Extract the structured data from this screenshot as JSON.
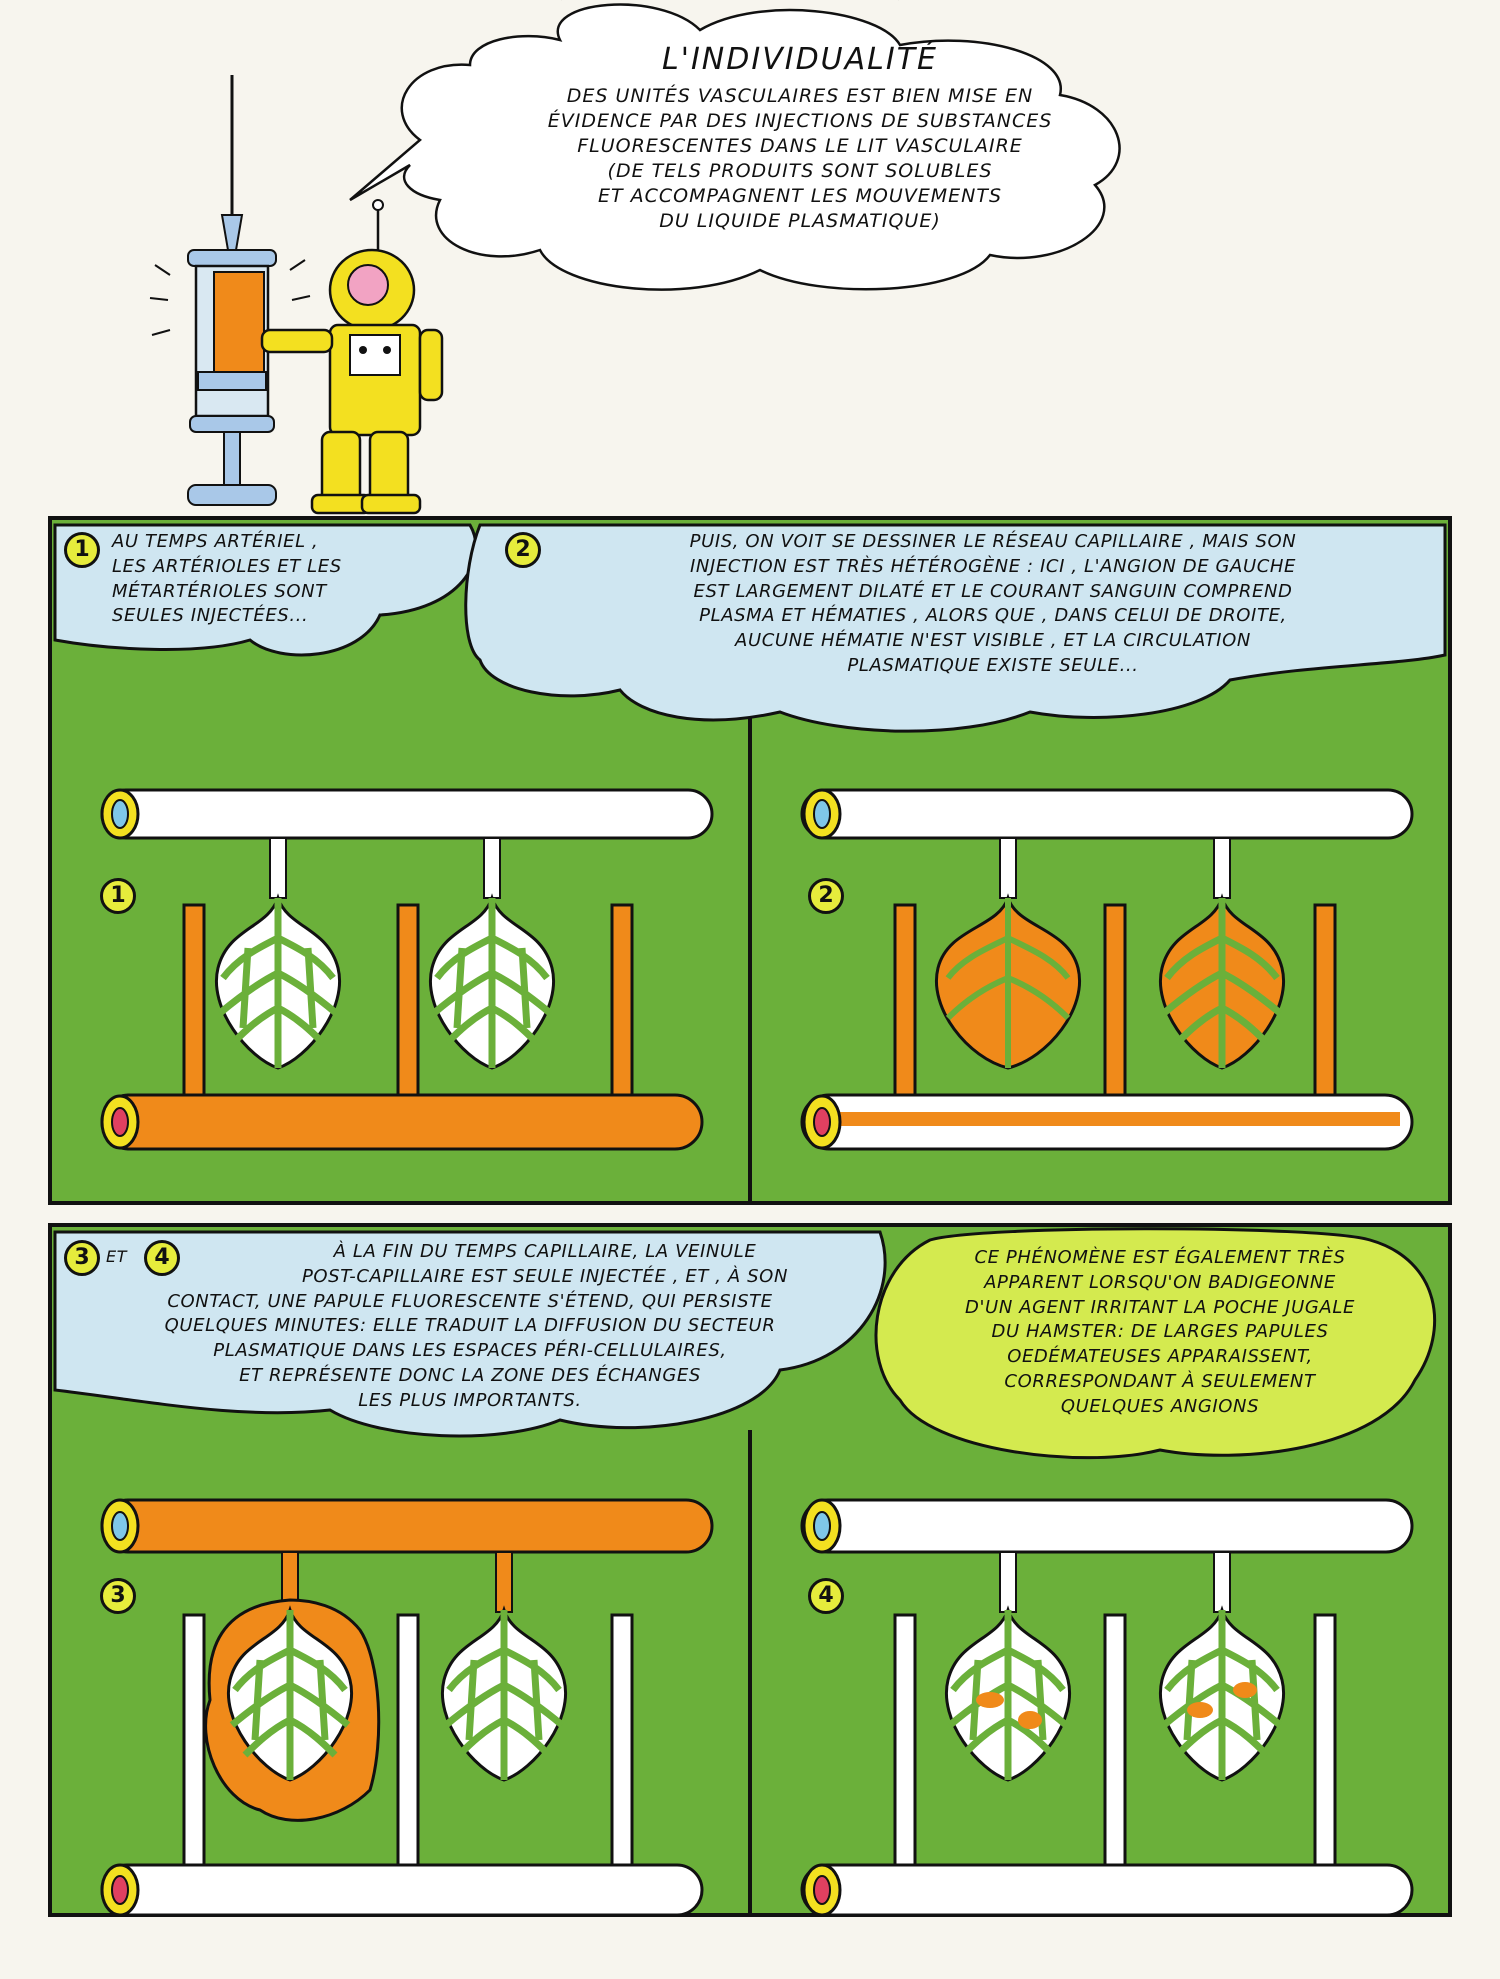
{
  "colors": {
    "panel_green": "#6bb03a",
    "caption_blue": "#cfe6f1",
    "caption_yellow_green": "#d4ea4f",
    "orange_fluorescent": "#f08a1a",
    "robot_yellow": "#f3e020",
    "vein_blue": "#7fc7e8",
    "artery_red": "#e04060"
  },
  "title_bubble": {
    "heading": "L'INDIVIDUALITÉ",
    "lines": [
      "DES UNITÉS VASCULAIRES EST BIEN MISE EN",
      "ÉVIDENCE PAR DES INJECTIONS DE SUBSTANCES",
      "FLUORESCENTES DANS LE LIT VASCULAIRE",
      "(DE TELS PRODUITS SONT SOLUBLES",
      "ET ACCOMPAGNENT LES MOUVEMENTS",
      "DU LIQUIDE PLASMATIQUE)"
    ]
  },
  "captions": {
    "c1": {
      "number": "1",
      "lines": [
        "AU TEMPS ARTÉRIEL ,",
        "LES ARTÉRIOLES ET LES",
        "MÉTARTÉRIOLES SONT",
        "SEULES INJECTÉES..."
      ]
    },
    "c2": {
      "number": "2",
      "lines": [
        "PUIS, ON VOIT SE DESSINER LE RÉSEAU CAPILLAIRE , MAIS SON",
        "INJECTION EST TRÈS HÉTÉROGÈNE : ICI , L'ANGION DE GAUCHE",
        "EST LARGEMENT DILATÉ ET LE COURANT SANGUIN COMPREND",
        "PLASMA ET HÉMATIES , ALORS QUE , DANS CELUI DE DROITE,",
        "AUCUNE HÉMATIE N'EST VISIBLE , ET LA CIRCULATION",
        "PLASMATIQUE EXISTE SEULE..."
      ]
    },
    "c3": {
      "number_a": "3",
      "conjunction": "ET",
      "number_b": "4",
      "lines": [
        "À LA FIN DU TEMPS CAPILLAIRE, LA VEINULE",
        "POST-CAPILLAIRE EST SEULE INJECTÉE , ET , À SON",
        "CONTACT, UNE PAPULE FLUORESCENTE S'ÉTEND, QUI PERSISTE",
        "QUELQUES MINUTES: ELLE TRADUIT LA DIFFUSION DU SECTEUR",
        "PLASMATIQUE DANS LES ESPACES PÉRI-CELLULAIRES,",
        "ET REPRÉSENTE DONC LA ZONE DES ÉCHANGES",
        "LES PLUS IMPORTANTS."
      ]
    },
    "c4": {
      "lines": [
        "CE PHÉNOMÈNE EST ÉGALEMENT TRÈS",
        "APPARENT LORSQU'ON BADIGEONNE",
        "D'UN AGENT IRRITANT LA POCHE JUGALE",
        "DU HAMSTER: DE LARGES PAPULES",
        "OEDÉMATEUSES APPARAISSENT,",
        "CORRESPONDANT À SEULEMENT",
        "QUELQUES ANGIONS"
      ]
    }
  },
  "panels": [
    {
      "label": "1",
      "orange_vessel": "artery"
    },
    {
      "label": "2",
      "orange_vessel": "capillaries"
    },
    {
      "label": "3",
      "orange_vessel": "venule-papule"
    },
    {
      "label": "4",
      "orange_vessel": "papules"
    }
  ]
}
